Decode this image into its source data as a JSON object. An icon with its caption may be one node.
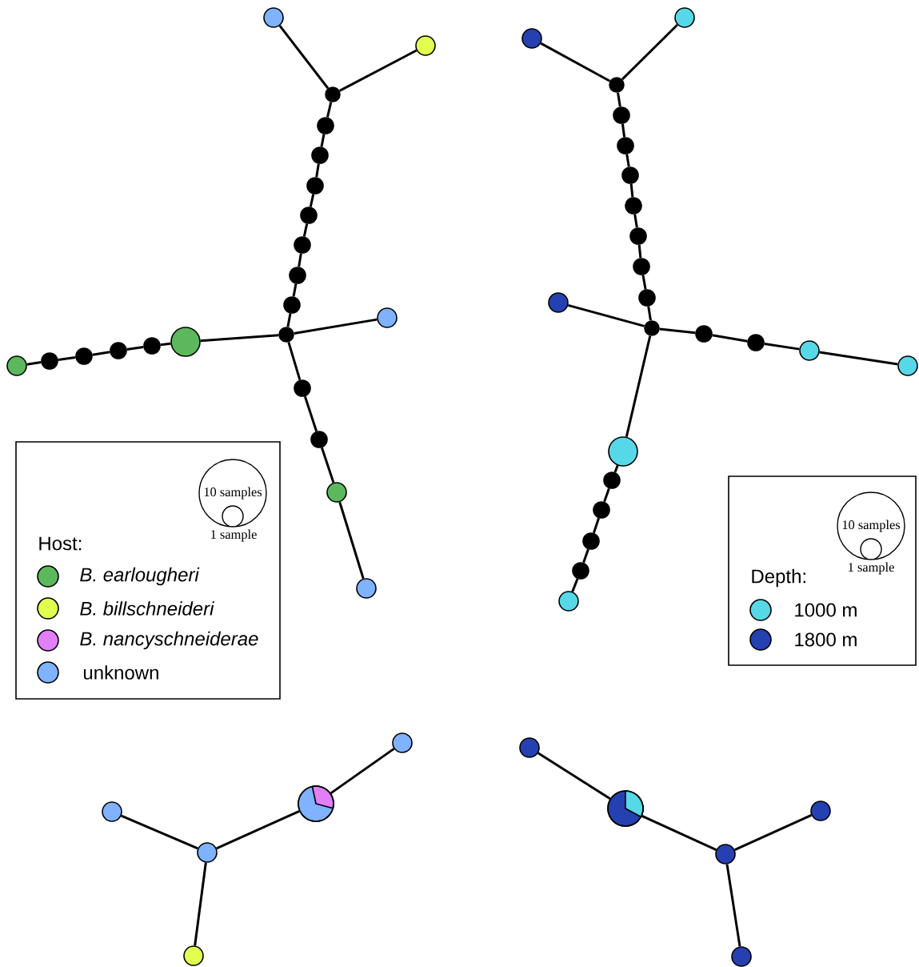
{
  "diagram": {
    "nodes": [
      {
        "text": [],
        "shape": "circle"
      },
      {
        "text": [],
        "shape": "circle"
      },
      {
        "text": [],
        "shape": "circle"
      },
      {
        "text": [],
        "shape": "circle"
      },
      {
        "text": [],
        "shape": "circle"
      },
      {
        "text": [],
        "shape": "circle"
      },
      {
        "text": [],
        "shape": "circle"
      },
      {
        "text": [],
        "shape": "circle"
      },
      {
        "text": [],
        "shape": "circle"
      },
      {
        "text": [],
        "shape": "circle"
      },
      {
        "text": [],
        "shape": "circle"
      },
      {
        "text": [],
        "shape": "circle"
      },
      {
        "text": [],
        "shape": "circle"
      },
      {
        "text": [],
        "shape": "circle"
      },
      {
        "text": [],
        "shape": "circle"
      },
      {
        "text": [],
        "shape": "circle"
      },
      {
        "text": [],
        "shape": "circle"
      },
      {
        "text": [],
        "shape": "circle"
      },
      {
        "text": [],
        "shape": "circle"
      },
      {
        "text": [],
        "shape": "circle"
      },
      {
        "text": [],
        "shape": "circle"
      },
      {
        "text": [],
        "shape": "circle"
      },
      {
        "text": [],
        "shape": "circle"
      },
      {
        "text": [],
        "shape": "circle"
      },
      {
        "text": [],
        "shape": "circle"
      },
      {
        "text": [],
        "shape": "circle"
      },
      {
        "text": [],
        "shape": "circle"
      },
      {
        "text": [],
        "shape": "circle"
      },
      {
        "text": [],
        "shape": "circle"
      },
      {
        "text": [],
        "shape": "circle"
      },
      {
        "text": [],
        "shape": "circle"
      },
      {
        "text": [],
        "shape": "circle"
      },
      {
        "text": [],
        "shape": "circle"
      },
      {
        "text": [],
        "shape": "circle"
      },
      {
        "text": [],
        "shape": "circle"
      },
      {
        "text": [],
        "shape": "circle"
      },
      {
        "text": [],
        "shape": "circle"
      },
      {
        "text": [],
        "shape": "circle"
      },
      {
        "text": [],
        "shape": "circle"
      },
      {
        "text": [],
        "shape": "circle"
      },
      {
        "text": [],
        "shape": "circle"
      },
      {
        "text": [],
        "shape": "circle"
      },
      {
        "text": [],
        "shape": "circle"
      },
      {
        "text": [],
        "shape": "circle"
      },
      {
        "text": [],
        "shape": "circle"
      },
      {
        "text": [],
        "shape": "circle"
      },
      {
        "text": [],
        "shape": "circle"
      },
      {
        "text": [],
        "shape": "circle"
      },
      {
        "text": [],
        "shape": "circle"
      },
      {
        "text": [],
        "shape": "circle"
      },
      {
        "text": [],
        "shape": "circle"
      },
      {
        "text": [],
        "shape": "circle"
      },
      {
        "text": [],
        "shape": "circle"
      },
      {
        "text": [],
        "shape": "circle"
      }
    ],
    "edges": [
      {
        "from": 0,
        "to": 2,
        "arrow": "none"
      },
      {
        "from": 1,
        "to": 2,
        "arrow": "none"
      },
      {
        "from": 2,
        "to": 3,
        "arrow": "none"
      },
      {
        "from": 3,
        "to": 4,
        "arrow": "none"
      },
      {
        "from": 4,
        "to": 5,
        "arrow": "none"
      },
      {
        "from": 5,
        "to": 6,
        "arrow": "none"
      },
      {
        "from": 6,
        "to": 7,
        "arrow": "none"
      },
      {
        "from": 7,
        "to": 8,
        "arrow": "none"
      },
      {
        "from": 8,
        "to": 9,
        "arrow": "none"
      },
      {
        "from": 9,
        "to": 10,
        "arrow": "none"
      },
      {
        "from": 10,
        "to": 11,
        "arrow": "none"
      },
      {
        "from": 10,
        "to": 12,
        "arrow": "none"
      },
      {
        "from": 12,
        "to": 13,
        "arrow": "none"
      },
      {
        "from": 13,
        "to": 14,
        "arrow": "none"
      },
      {
        "from": 14,
        "to": 15,
        "arrow": "none"
      },
      {
        "from": 15,
        "to": 16,
        "arrow": "none"
      },
      {
        "from": 16,
        "to": 17,
        "arrow": "none"
      },
      {
        "from": 10,
        "to": 18,
        "arrow": "none"
      },
      {
        "from": 18,
        "to": 19,
        "arrow": "none"
      },
      {
        "from": 19,
        "to": 20,
        "arrow": "none"
      },
      {
        "from": 20,
        "to": 21,
        "arrow": "none"
      },
      {
        "from": 22,
        "to": 24,
        "arrow": "none"
      },
      {
        "from": 23,
        "to": 24,
        "arrow": "none"
      },
      {
        "from": 24,
        "to": 25,
        "arrow": "none"
      },
      {
        "from": 25,
        "to": 26,
        "arrow": "none"
      },
      {
        "from": 26,
        "to": 27,
        "arrow": "none"
      },
      {
        "from": 27,
        "to": 28,
        "arrow": "none"
      },
      {
        "from": 28,
        "to": 29,
        "arrow": "none"
      },
      {
        "from": 29,
        "to": 30,
        "arrow": "none"
      },
      {
        "from": 30,
        "to": 31,
        "arrow": "none"
      },
      {
        "from": 31,
        "to": 32,
        "arrow": "none"
      },
      {
        "from": 32,
        "to": 33,
        "arrow": "none"
      },
      {
        "from": 32,
        "to": 34,
        "arrow": "none"
      },
      {
        "from": 34,
        "to": 35,
        "arrow": "none"
      },
      {
        "from": 35,
        "to": 36,
        "arrow": "none"
      },
      {
        "from": 36,
        "to": 37,
        "arrow": "none"
      },
      {
        "from": 32,
        "to": 38,
        "arrow": "none"
      },
      {
        "from": 38,
        "to": 39,
        "arrow": "none"
      },
      {
        "from": 39,
        "to": 40,
        "arrow": "none"
      },
      {
        "from": 40,
        "to": 41,
        "arrow": "none"
      },
      {
        "from": 41,
        "to": 42,
        "arrow": "none"
      },
      {
        "from": 42,
        "to": 43,
        "arrow": "none"
      },
      {
        "from": 44,
        "to": 45,
        "arrow": "none"
      },
      {
        "from": 45,
        "to": 46,
        "arrow": "none"
      },
      {
        "from": 45,
        "to": 47,
        "arrow": "none"
      },
      {
        "from": 47,
        "to": 48,
        "arrow": "none"
      },
      {
        "from": 49,
        "to": 50,
        "arrow": "none"
      },
      {
        "from": 50,
        "to": 51,
        "arrow": "none"
      },
      {
        "from": 51,
        "to": 52,
        "arrow": "none"
      },
      {
        "from": 51,
        "to": 53,
        "arrow": "none"
      }
    ],
    "labels": [
      "10 samples",
      "1 sample",
      "Host:",
      "10 samples",
      "1 sample",
      "Depth:"
    ],
    "legend": [
      {
        "text": "B. earlougheri",
        "color": "#5cb85c"
      },
      {
        "text": "B. billschneideri",
        "color": "#e2ff4f"
      },
      {
        "text": "B. nancyschneiderae",
        "color": "#e07ff8"
      },
      {
        "text": "unknown",
        "color": "#7fb2ff"
      },
      {
        "text": "1000 m",
        "color": "#57d8e8"
      },
      {
        "text": "1800 m",
        "color": "#2540b0"
      }
    ]
  }
}
